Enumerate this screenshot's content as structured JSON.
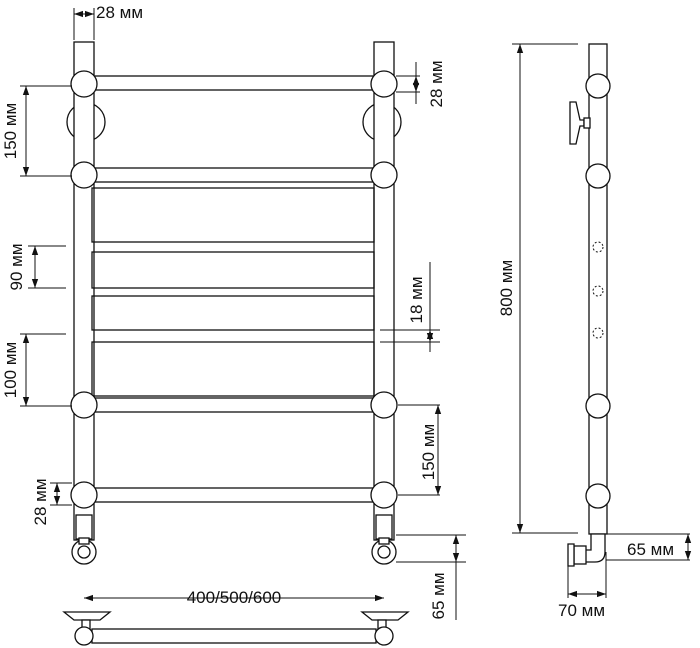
{
  "dimensions": {
    "pipe_width_top": "28 мм",
    "pipe_width_right": "28 мм",
    "pipe_width_bottom_left": "28 мм",
    "spacing_150_left": "150 мм",
    "spacing_90": "90 мм",
    "spacing_100": "100 мм",
    "gap_18": "18 мм",
    "spacing_150_right": "150 мм",
    "height_65_front": "65 мм",
    "width_options": "400/500/600",
    "height_800": "800 мм",
    "depth_65_side": "65 мм",
    "depth_70_side": "70 мм"
  },
  "colors": {
    "line": "#111111",
    "background": "#ffffff"
  }
}
